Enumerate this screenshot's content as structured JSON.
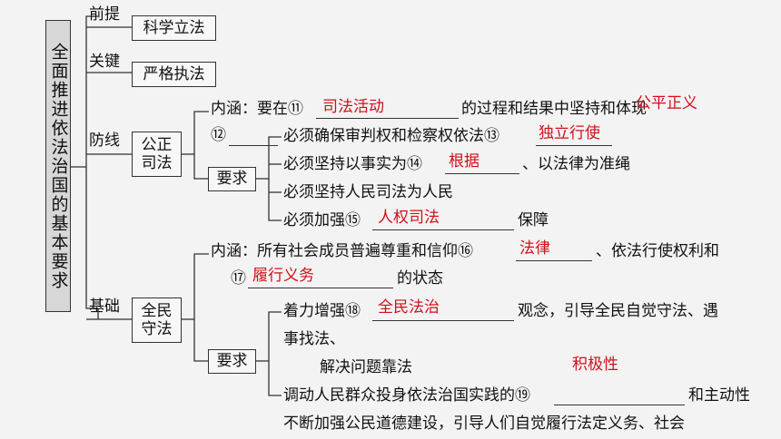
{
  "root": {
    "title": "全面推进依法治国的基本要求"
  },
  "branches": {
    "premise": {
      "label": "前提",
      "box": "科学立法"
    },
    "key": {
      "label": "关键",
      "box": "严格执法"
    },
    "defense": {
      "label": "防线",
      "box": "公正司法",
      "meaning_prefix": "内涵：要在⑪",
      "meaning_suffix": "的过程和结果中坚持和体现",
      "num12": "⑫",
      "req_label": "要求",
      "req1_prefix": "必须确保审判权和检察权依法⑬",
      "req2_prefix": "必须坚持以事实为⑭",
      "req2_suffix": "、以法律为准绳",
      "req3": "必须坚持人民司法为人民",
      "req4_prefix": "必须加强⑮",
      "req4_suffix": "保障"
    },
    "foundation": {
      "label": "基础",
      "box": "全民守法",
      "meaning_prefix": "内涵：所有社会成员普遍尊重和信仰⑯",
      "meaning_suffix": "、依法行使权利和",
      "meaning2_prefix": "⑰",
      "meaning2_suffix": "的状态",
      "req_label": "要求",
      "req1_prefix": "着力增强⑱",
      "req1_suffix": "观念，引导全民自觉守法、遇",
      "req1_line2": "事找法、",
      "req1_line3": "解决问题靠法",
      "req2_prefix": "调动人民群众投身依法治国实践的⑲",
      "req2_suffix": "和主动性",
      "req3": "不断加强公民道德建设，引导人们自觉履行法定义务、社会"
    }
  },
  "answers": {
    "a11": "司法活动",
    "a12": "公平正义",
    "a13": "独立行使",
    "a14": "根据",
    "a15": "人权司法",
    "a16": "法律",
    "a17": "履行义务",
    "a18": "全民法治",
    "a19": "积极性"
  }
}
